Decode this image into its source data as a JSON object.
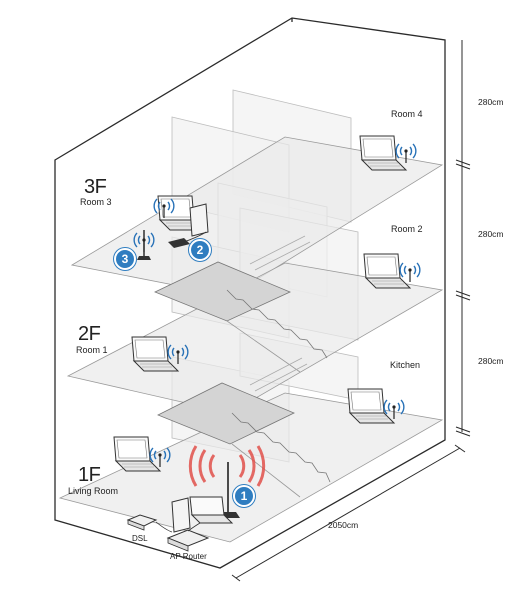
{
  "floors": {
    "f1": {
      "level": "1F",
      "room": "Living Room"
    },
    "f2": {
      "level": "2F",
      "room": "Room 1"
    },
    "f3": {
      "level": "3F",
      "room": "Room 3"
    }
  },
  "rooms": {
    "room4": "Room 4",
    "room2": "Room 2",
    "kitchen": "Kitchen"
  },
  "dimensions": {
    "floor_height_1": "280cm",
    "floor_height_2": "280cm",
    "floor_height_3": "280cm",
    "length": "2050cm"
  },
  "devices": {
    "dsl": "DSL",
    "router": "AP Router"
  },
  "markers": [
    "1",
    "2",
    "3"
  ],
  "colors": {
    "marker": "#2f7dc0",
    "signal_blue": "#2a73b8",
    "signal_red": "#e0504a",
    "building_line": "#2b2b2b",
    "floor_fill": "#e9e9e9",
    "wall_fill": "#f1f1f1"
  }
}
